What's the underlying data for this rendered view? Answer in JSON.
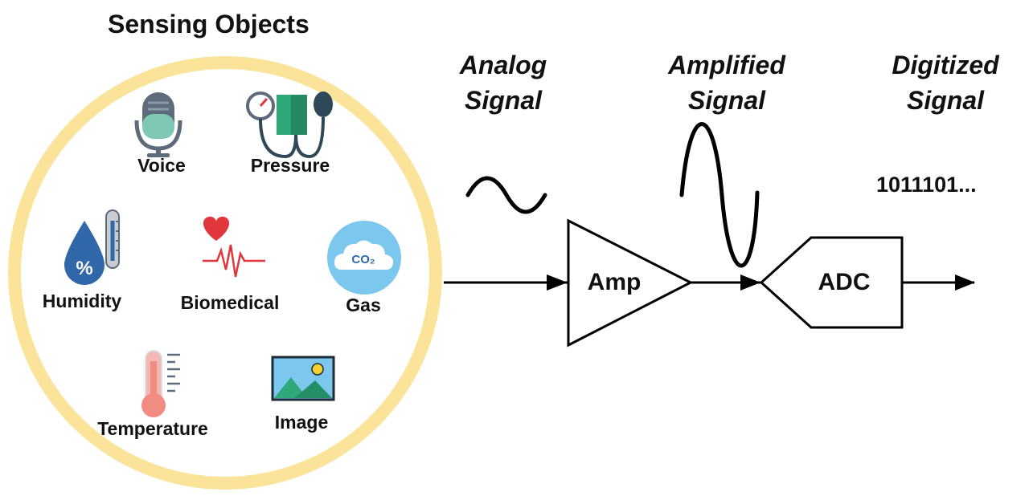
{
  "title": "Sensing Objects",
  "sensors": {
    "voice": "Voice",
    "pressure": "Pressure",
    "humidity": "Humidity",
    "biomedical": "Biomedical",
    "gas": "Gas",
    "gas_icon_text": "CO₂",
    "temperature": "Temperature",
    "image": "Image"
  },
  "signals": {
    "analog": [
      "Analog",
      "Signal"
    ],
    "amplified": [
      "Amplified",
      "Signal"
    ],
    "digitized": [
      "Digitized",
      "Signal"
    ],
    "digital_value": "1011101..."
  },
  "blocks": {
    "amp": "Amp",
    "adc": "ADC"
  },
  "colors": {
    "circle": "#fbe39a",
    "line": "#000000",
    "icon_teal": "#7fc9b4",
    "icon_gray": "#5e6b7a",
    "icon_blue": "#2f67a8",
    "icon_red": "#e0363c",
    "gas_bubble": "#7cc7ee"
  }
}
